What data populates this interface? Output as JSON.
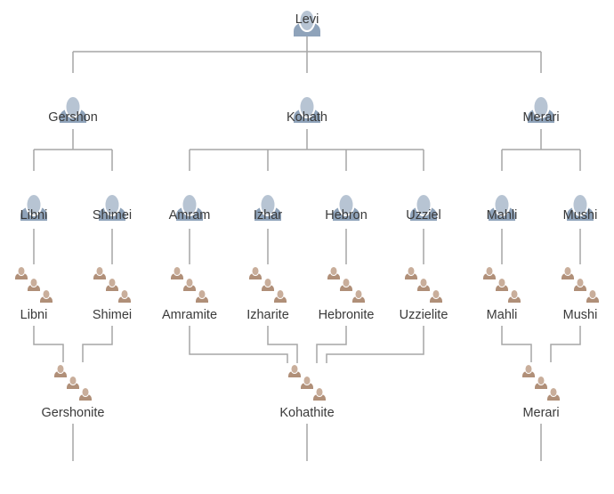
{
  "palette": {
    "person": "#8fa3ba",
    "person_head": "#b7c4d3",
    "clan": "#b08f78",
    "clan_head": "#c9ae9b",
    "line": "#a6a6a6"
  },
  "icons": {
    "person": "person-icon",
    "clan": "clan-group-icon"
  },
  "nodes": {
    "levi": {
      "label": "Levi",
      "kind": "person"
    },
    "gershon": {
      "label": "Gershon",
      "kind": "person"
    },
    "kohath": {
      "label": "Kohath",
      "kind": "person"
    },
    "merari": {
      "label": "Merari",
      "kind": "person"
    },
    "libni": {
      "label": "Libni",
      "kind": "person"
    },
    "shimei": {
      "label": "Shimei",
      "kind": "person"
    },
    "amram": {
      "label": "Amram",
      "kind": "person"
    },
    "izhar": {
      "label": "Izhar",
      "kind": "person"
    },
    "hebron": {
      "label": "Hebron",
      "kind": "person"
    },
    "uzziel": {
      "label": "Uzziel",
      "kind": "person"
    },
    "mahli": {
      "label": "Mahli",
      "kind": "person"
    },
    "mushi": {
      "label": "Mushi",
      "kind": "person"
    },
    "libni_clan": {
      "label": "Libni",
      "kind": "clan"
    },
    "shimei_clan": {
      "label": "Shimei",
      "kind": "clan"
    },
    "amramite": {
      "label": "Amramite",
      "kind": "clan"
    },
    "izharite": {
      "label": "Izharite",
      "kind": "clan"
    },
    "hebronite": {
      "label": "Hebronite",
      "kind": "clan"
    },
    "uzzielite": {
      "label": "Uzzielite",
      "kind": "clan"
    },
    "mahli_clan": {
      "label": "Mahli",
      "kind": "clan"
    },
    "mushi_clan": {
      "label": "Mushi",
      "kind": "clan"
    },
    "gershonite": {
      "label": "Gershonite",
      "kind": "clan"
    },
    "kohathite": {
      "label": "Kohathite",
      "kind": "clan"
    },
    "merari_clan": {
      "label": "Merari",
      "kind": "clan"
    },
    "bottom_gershon": {
      "label": "",
      "kind": "person"
    },
    "bottom_kohath": {
      "label": "",
      "kind": "person"
    },
    "bottom_merari": {
      "label": "",
      "kind": "person"
    }
  }
}
